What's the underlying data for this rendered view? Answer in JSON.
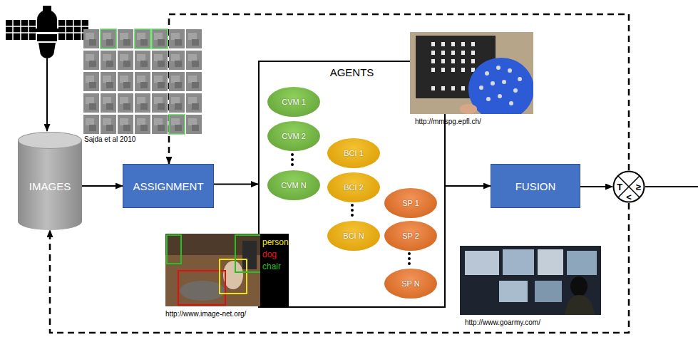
{
  "diagram": {
    "nodes": [
      {
        "text": [
          "IMAGES"
        ]
      },
      {
        "text": [
          "ASSIGNMENT"
        ]
      },
      {
        "text": [
          "AGENTS"
        ]
      },
      {
        "text": [
          "CVM 1"
        ],
        "in": 2
      },
      {
        "text": [
          "CVM 2"
        ],
        "in": 2
      },
      {
        "text": [
          "CVM N"
        ],
        "in": 2
      },
      {
        "text": [
          "BCI 1"
        ],
        "in": 2
      },
      {
        "text": [
          "BCI 2"
        ],
        "in": 2
      },
      {
        "text": [
          "BCI N"
        ],
        "in": 2
      },
      {
        "text": [
          "SP 1"
        ],
        "in": 2
      },
      {
        "text": [
          "SP 2"
        ],
        "in": 2
      },
      {
        "text": [
          "SP N"
        ],
        "in": 2
      },
      {
        "text": [
          "FUSION"
        ]
      },
      {
        "text": [
          "T",
          "≥",
          "<"
        ]
      }
    ],
    "edges": [
      {
        "from": 0,
        "to": 1,
        "arrow": "to"
      },
      {
        "from": 1,
        "to": 2,
        "arrow": "to"
      },
      {
        "from": 2,
        "to": 12,
        "arrow": "to"
      },
      {
        "from": 12,
        "to": 13,
        "arrow": "to"
      },
      {
        "from": 13,
        "to": 1,
        "arrow": "to"
      },
      {
        "from": 13,
        "to": 0,
        "arrow": "to"
      }
    ],
    "labels": [
      "Sajda et al 2010",
      "http://mmspg.epfl.ch/",
      "http://www.image-net.org/",
      "http://www.goarmy.com/",
      "person",
      "dog",
      "chair"
    ]
  }
}
